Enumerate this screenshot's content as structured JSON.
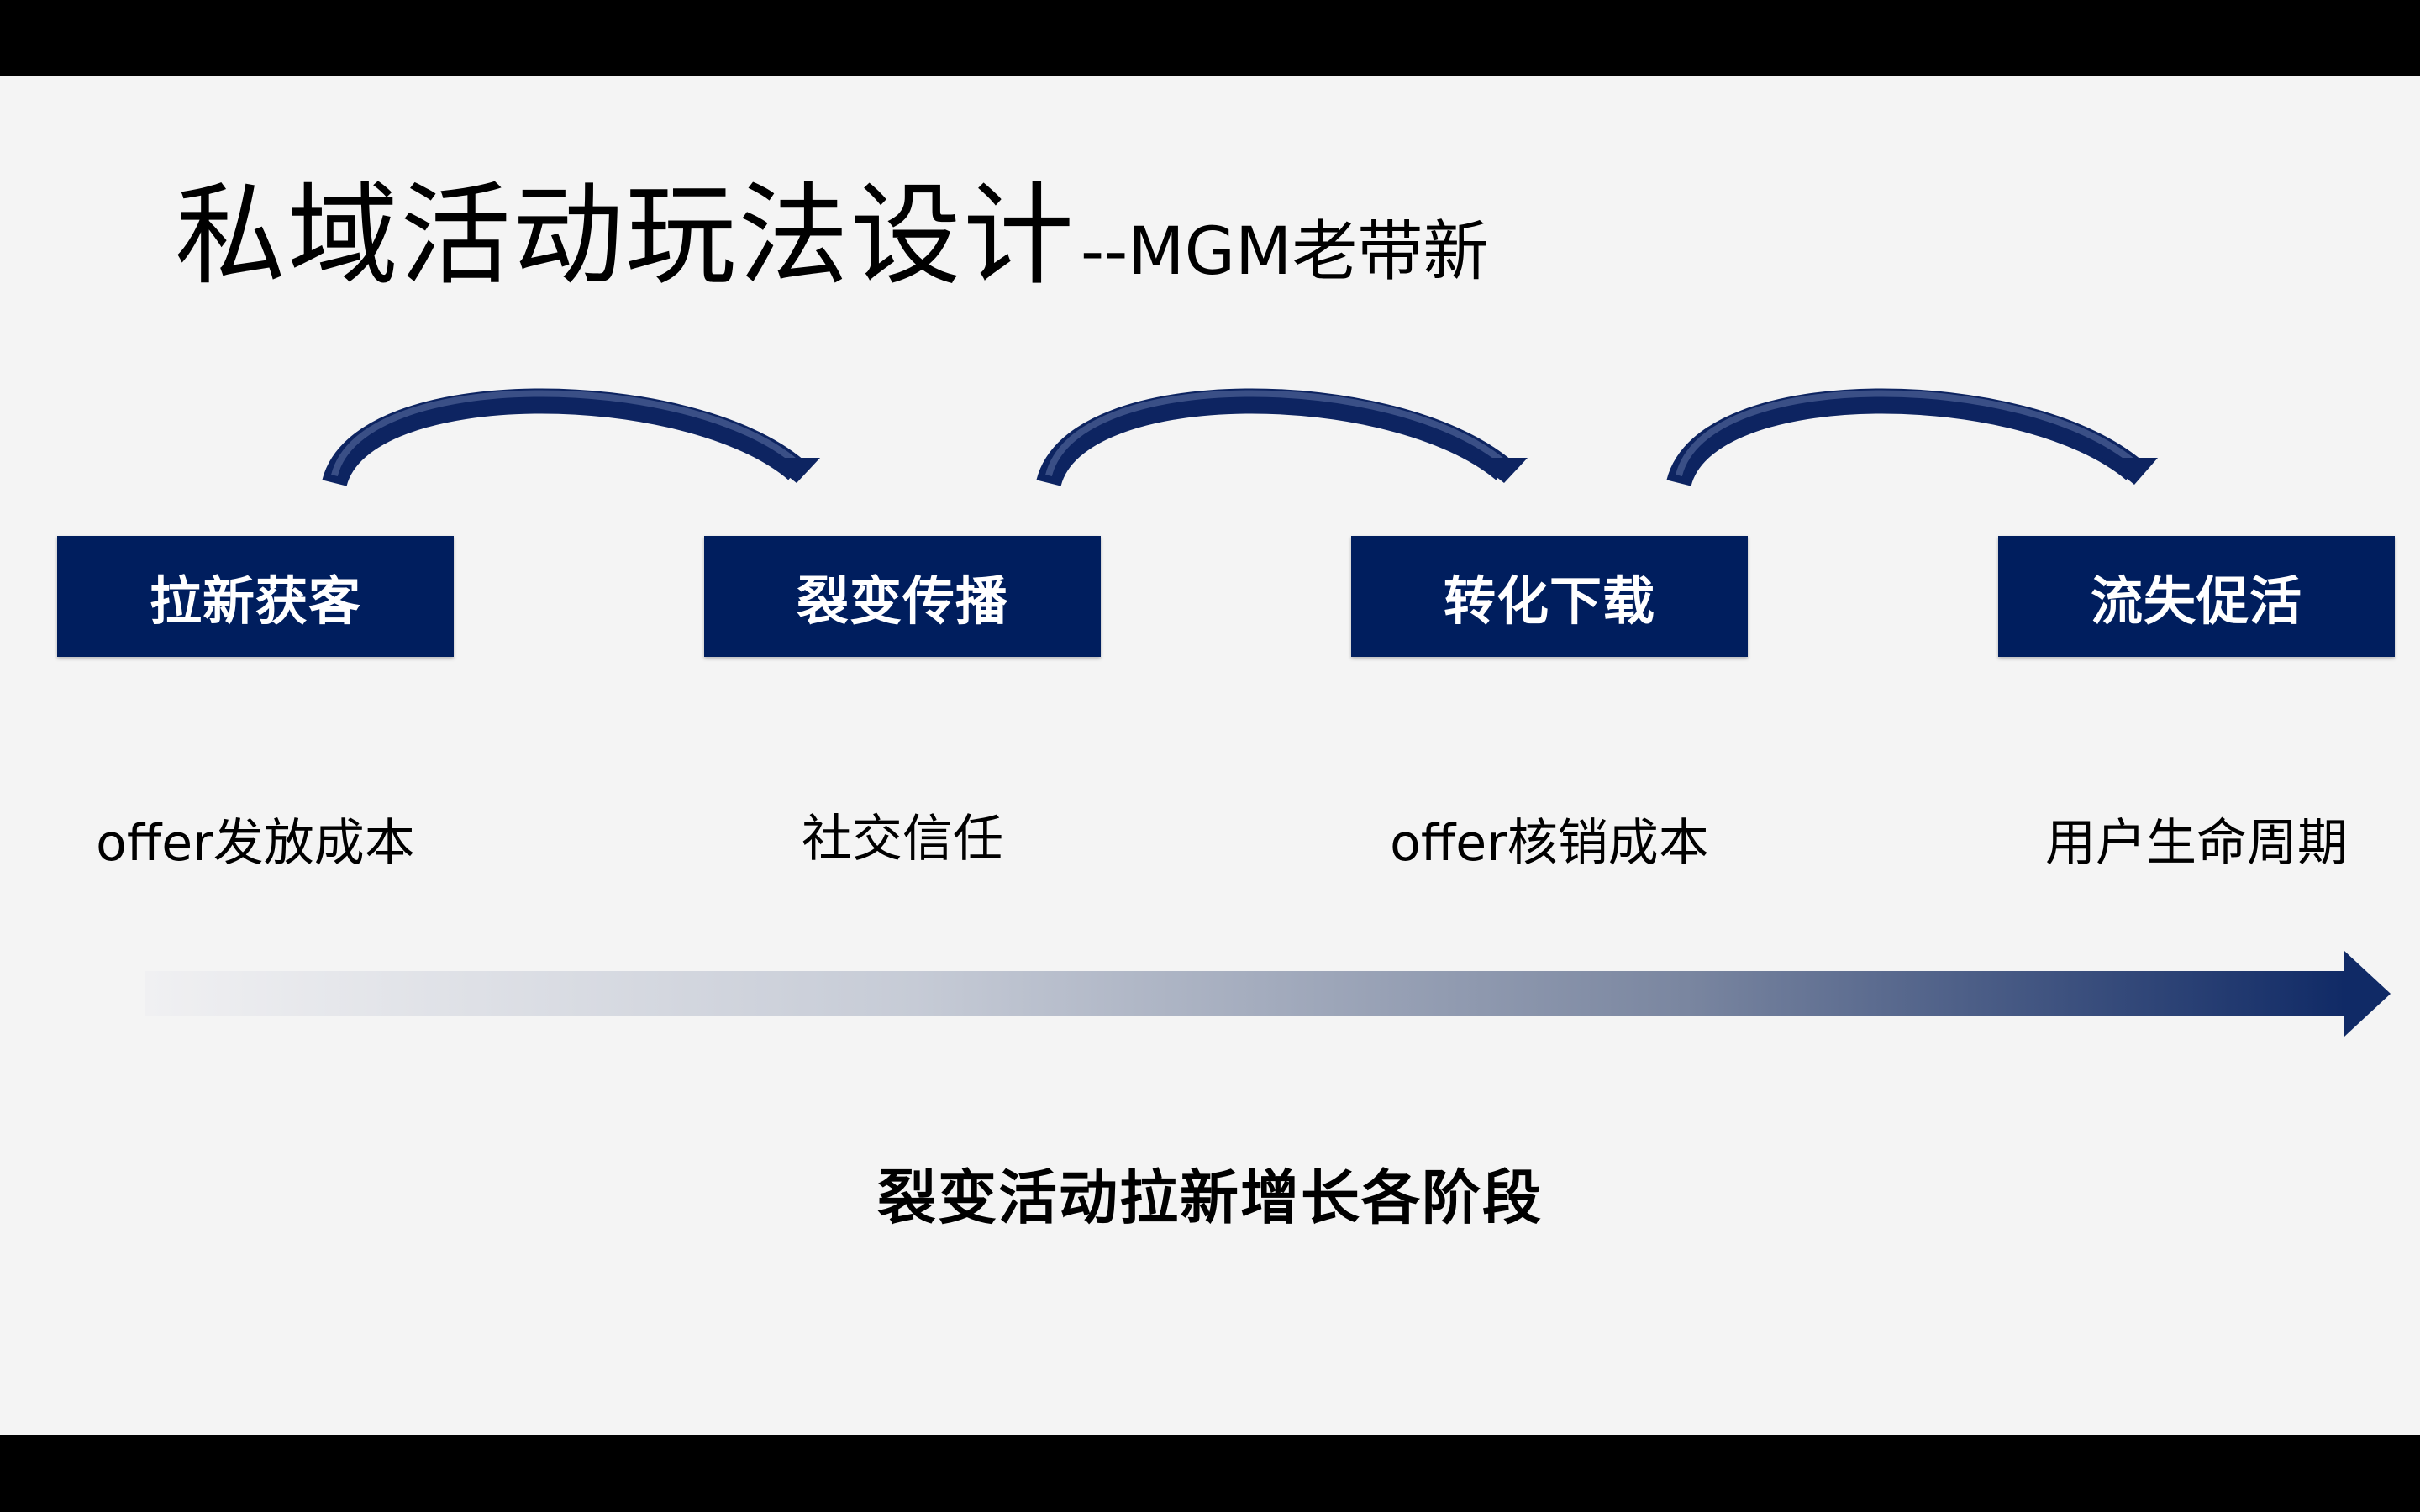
{
  "slide": {
    "title": "私域活动玩法设计",
    "subtitle": "--MGM老带新",
    "stages": [
      {
        "label": "拉新获客",
        "note": "offer发放成本"
      },
      {
        "label": "裂变传播",
        "note": "社交信任"
      },
      {
        "label": "转化下载",
        "note": "offer核销成本"
      },
      {
        "label": "流失促活",
        "note": "用户生命周期"
      }
    ],
    "caption": "裂变活动拉新增长各阶段"
  },
  "colors": {
    "box_fill": "#001e5e",
    "box_text": "#ffffff",
    "arrow": "#0d2461",
    "background": "#f4f4f4",
    "letterbox": "#000000"
  },
  "icons": {
    "flow_arrow": "curved-arrow-icon",
    "progress_arrow": "gradient-arrow-icon"
  }
}
